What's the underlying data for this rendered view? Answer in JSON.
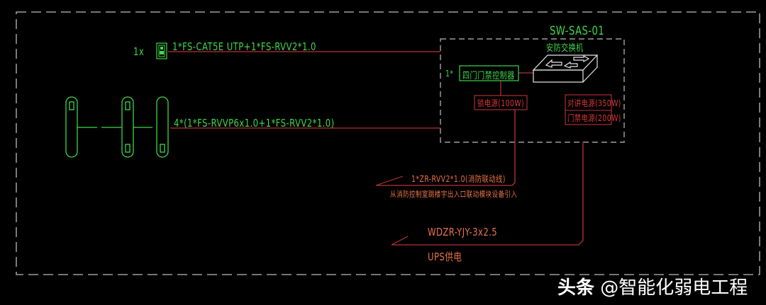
{
  "diagram": {
    "title": "SW-SAS-01",
    "colors": {
      "background": "#000000",
      "device": "#3fd64a",
      "wire": "#b8323a",
      "power_label": "#d8353a",
      "border": "#bdbdbd",
      "switch": "#e6e6e6"
    },
    "cabinet": {
      "id": "SW-SAS-01",
      "switch_label": "安防交换机",
      "controller_qty": "1*",
      "controller_label": "四门门禁控制器",
      "lock_power": "锁电源(100W)",
      "intercom_power": "对讲电源(350W)",
      "access_power": "门禁电源(200W)"
    },
    "reader": {
      "qty": "1x",
      "icon": "card-reader-icon",
      "cable": "1*FS-CAT5E UTP+1*FS-RVV2*1.0"
    },
    "gates": {
      "icon": "turnstile-gate-icon",
      "count": 3,
      "cable": "4*(1*FS-RVVP6x1.0+1*FS-RVV2*1.0)"
    },
    "fire_link": {
      "cable": "1*ZR-RVV2*1.0(消防联动线)",
      "note": "从消防控制室跳楼宇出入口联动模块设备引入"
    },
    "ups": {
      "cable": "WDZR-YJY-3x2.5",
      "note": "UPS供电"
    }
  },
  "watermark": {
    "platform": "头条",
    "account": "@智能化弱电工程"
  }
}
